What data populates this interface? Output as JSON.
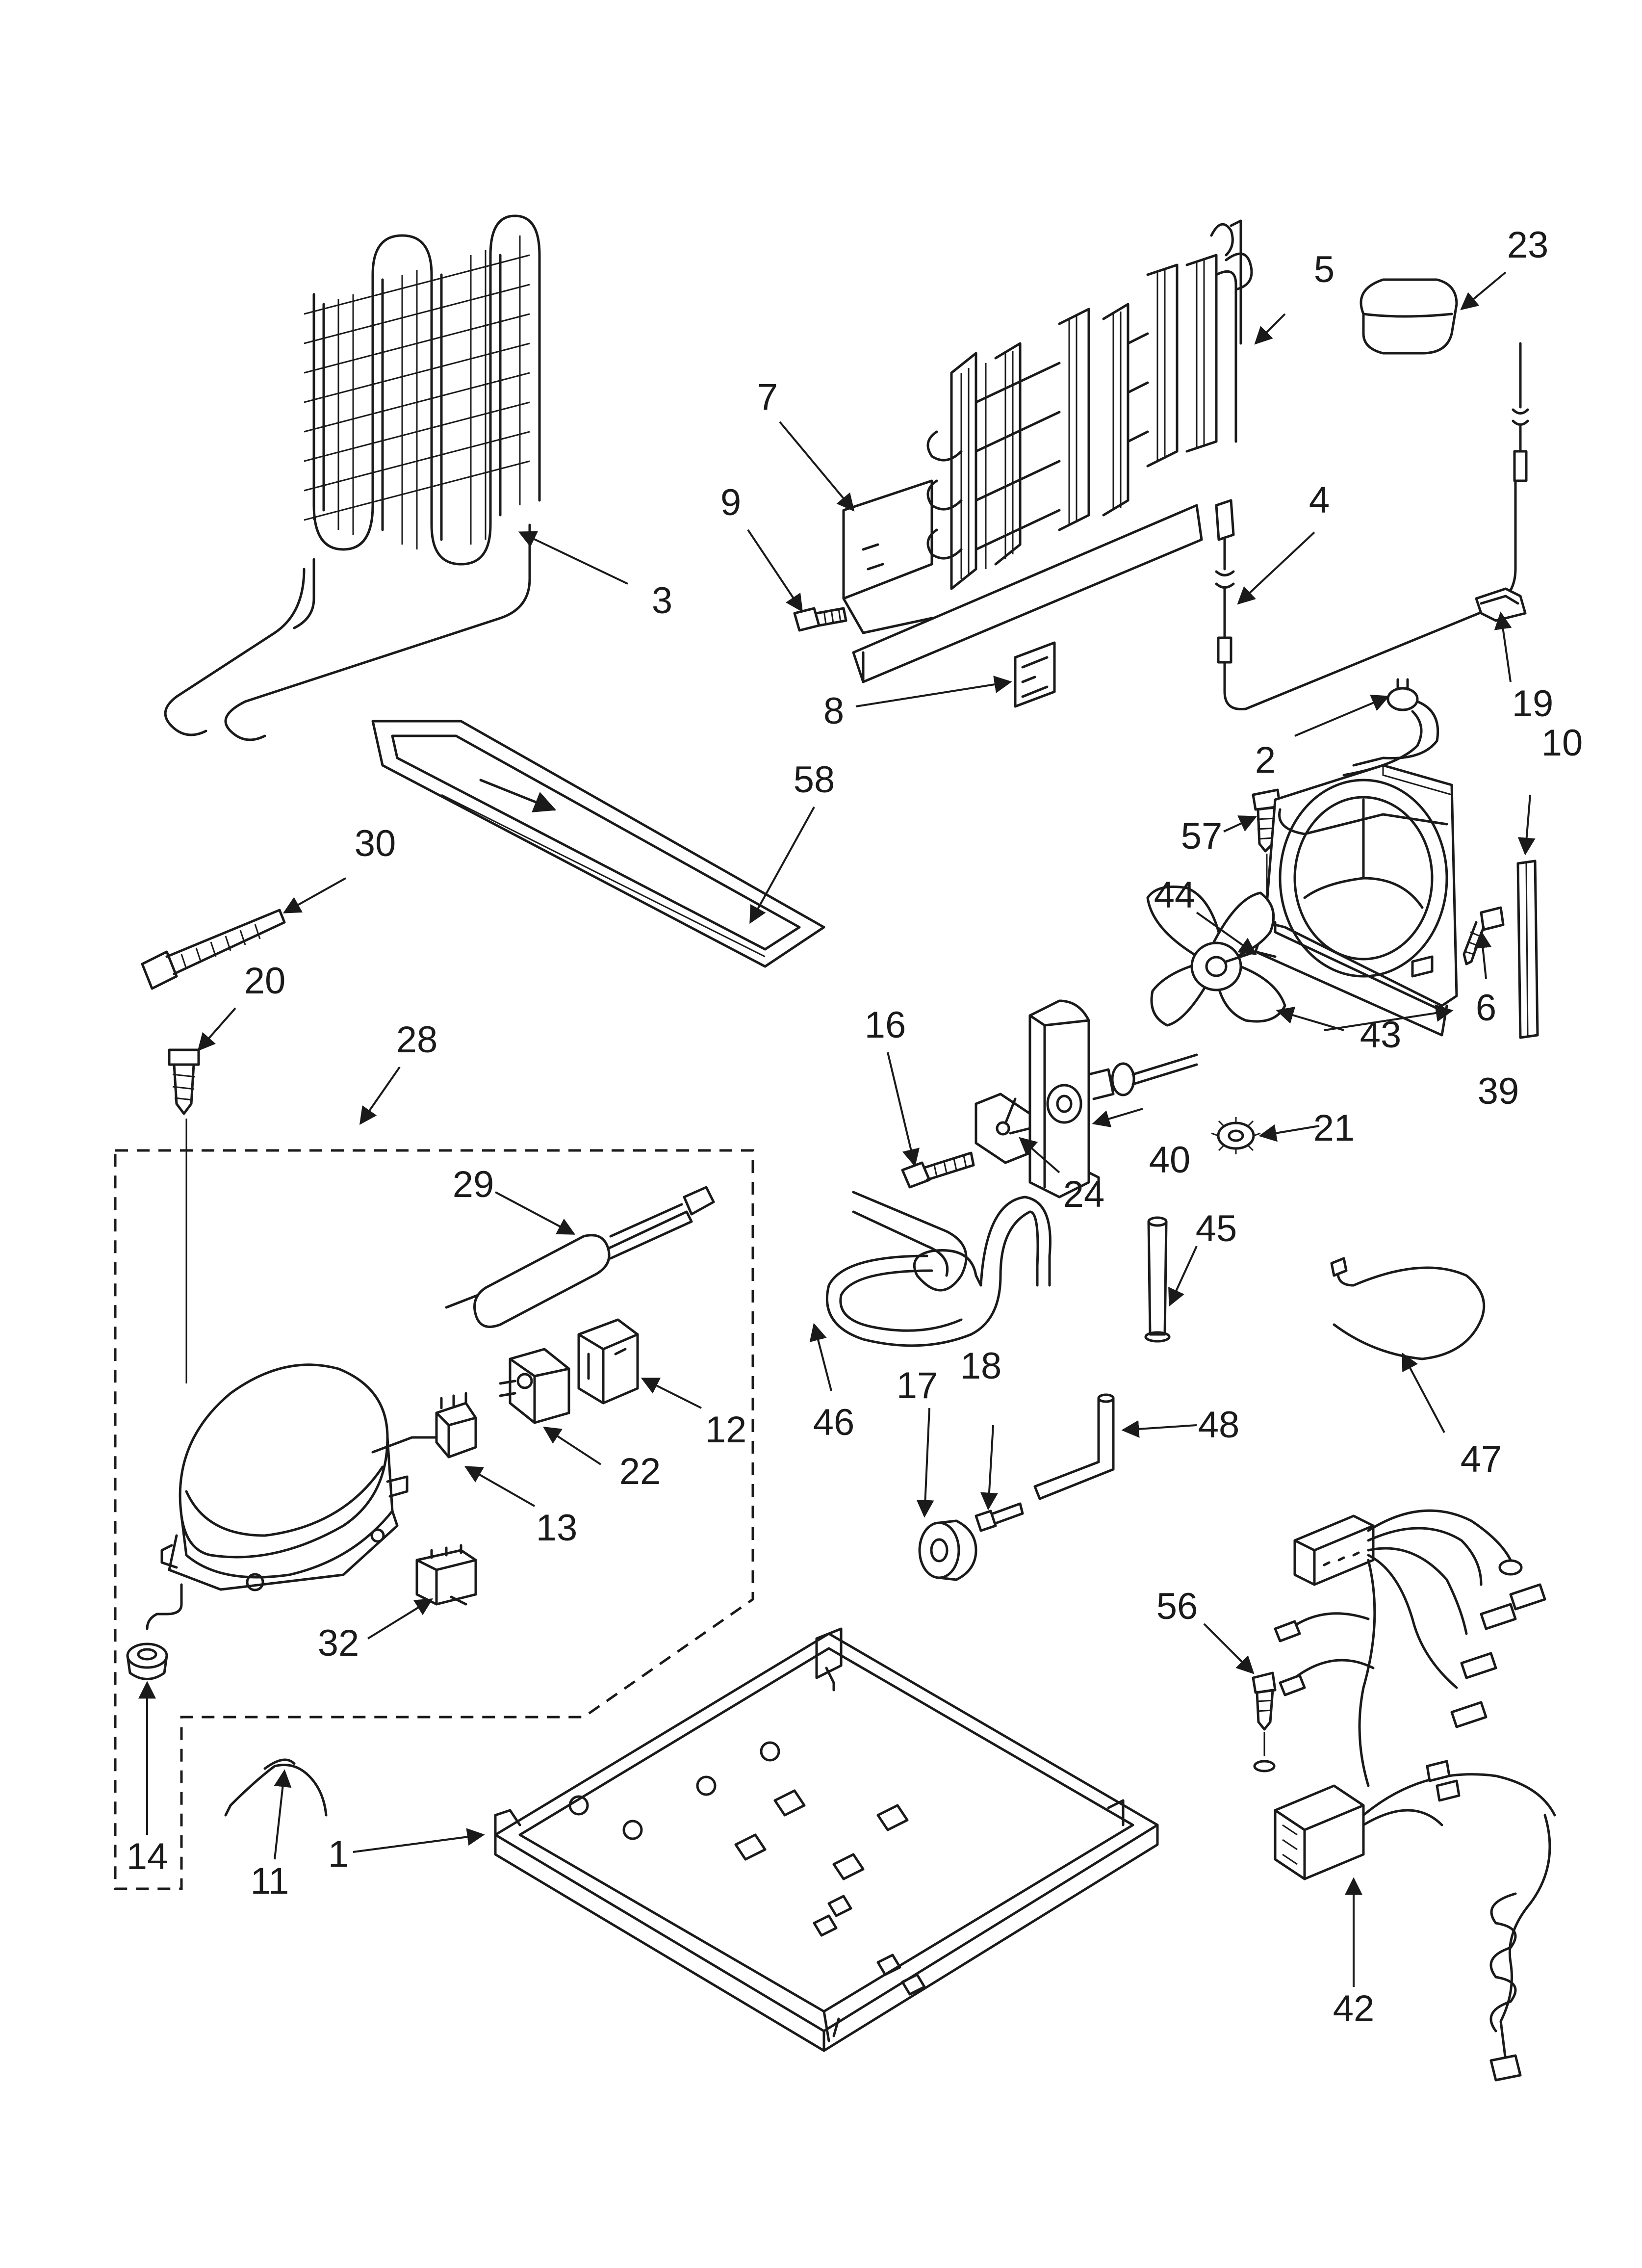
{
  "callouts": {
    "c1": "1",
    "c2": "2",
    "c3": "3",
    "c4": "4",
    "c5": "5",
    "c6": "6",
    "c7": "7",
    "c8": "8",
    "c9": "9",
    "c10": "10",
    "c11": "11",
    "c12": "12",
    "c13": "13",
    "c14": "14",
    "c16": "16",
    "c17": "17",
    "c18": "18",
    "c19": "19",
    "c20": "20",
    "c21": "21",
    "c22": "22",
    "c23": "23",
    "c24": "24",
    "c28": "28",
    "c29": "29",
    "c30": "30",
    "c32": "32",
    "c39": "39",
    "c40": "40",
    "c42": "42",
    "c43": "43",
    "c44": "44",
    "c45": "45",
    "c46": "46",
    "c47": "47",
    "c48": "48",
    "c56": "56",
    "c57": "57",
    "c58": "58"
  }
}
